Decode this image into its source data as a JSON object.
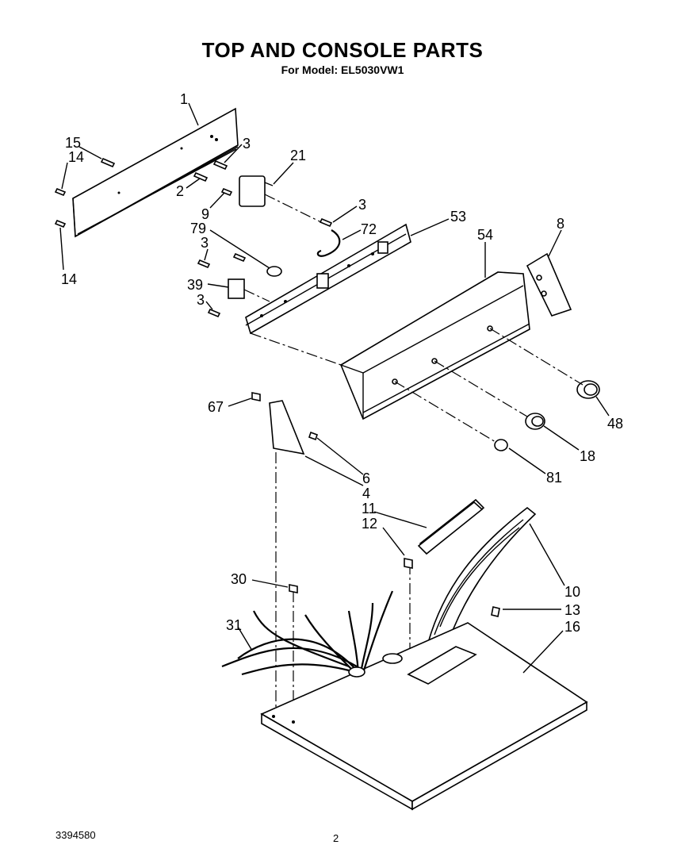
{
  "header": {
    "title": "TOP AND CONSOLE PARTS",
    "subtitle": "For Model: EL5030VW1"
  },
  "footer": {
    "code": "3394580",
    "page": "2"
  },
  "callouts": {
    "c1": "1",
    "c15": "15",
    "c14a": "14",
    "c3a": "3",
    "c21": "21",
    "c2": "2",
    "c9": "9",
    "c14b": "14",
    "c3b": "3",
    "c72": "72",
    "c53": "53",
    "c54": "54",
    "c8": "8",
    "c79": "79",
    "c3c": "3",
    "c39": "39",
    "c3d": "3",
    "c67": "67",
    "c48": "48",
    "c18": "18",
    "c81": "81",
    "c6": "6",
    "c4": "4",
    "c11": "11",
    "c12": "12",
    "c10": "10",
    "c13": "13",
    "c16": "16",
    "c30": "30",
    "c31": "31"
  }
}
